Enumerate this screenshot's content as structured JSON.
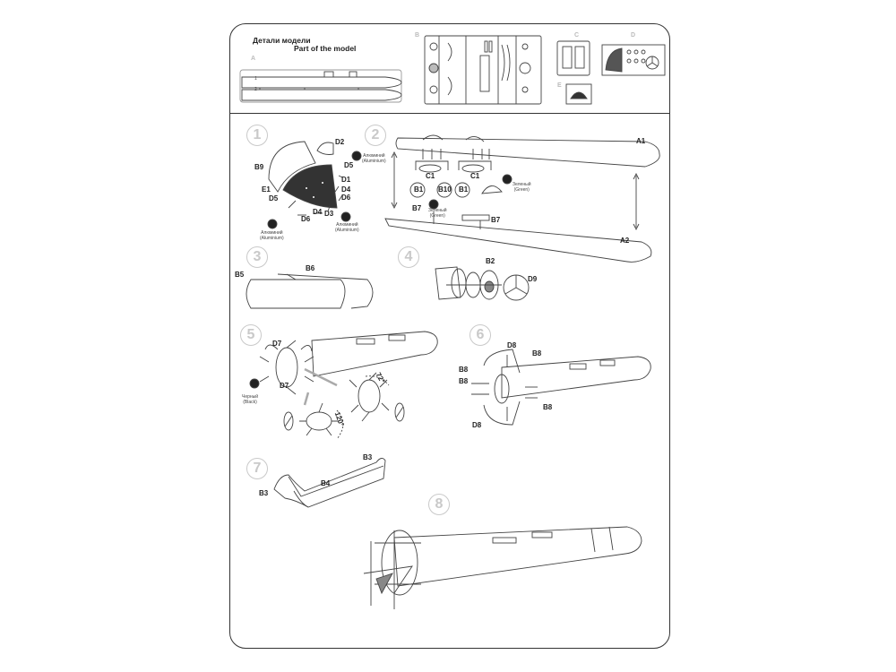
{
  "header": {
    "title_ru": "Детали модели",
    "title_en": "Part of the model",
    "sprue_letters": {
      "a": "A",
      "b": "B",
      "c": "C",
      "d": "D",
      "e": "E"
    },
    "sprue_a_numbers": [
      "1",
      "2"
    ]
  },
  "steps": [
    "1",
    "2",
    "3",
    "4",
    "5",
    "6",
    "7",
    "8"
  ],
  "step1": {
    "labels": {
      "b9": "B9",
      "d2": "D2",
      "d5a": "D5",
      "d1": "D1",
      "d4a": "D4",
      "d6a": "D6",
      "e1": "E1",
      "d5b": "D5",
      "d4b": "D4",
      "d3": "D3",
      "d6b": "D6"
    },
    "paint_aluminium": "Алюминий\n(Aluminium)"
  },
  "step2": {
    "labels": {
      "a1": "A1",
      "a2": "A2",
      "c1a": "C1",
      "c1b": "C1",
      "b1a": "B1",
      "b10": "B10",
      "b1b": "B1",
      "b7a": "B7",
      "b7b": "B7"
    },
    "paint_green": "Зеленый\n(Green)"
  },
  "step3": {
    "labels": {
      "b5": "B5",
      "b6": "B6"
    }
  },
  "step4": {
    "labels": {
      "b2": "B2",
      "d9": "D9"
    }
  },
  "step5": {
    "labels": {
      "d7a": "D7",
      "d7b": "D7"
    },
    "paint_black": "Черный\n(Black)",
    "angle_72": "72°",
    "angle_120": "120°"
  },
  "step6": {
    "labels": {
      "d8a": "D8",
      "b8a": "B8",
      "b8b": "B8",
      "b8c": "B8",
      "b8d": "B8",
      "d8b": "D8"
    }
  },
  "step7": {
    "labels": {
      "b3a": "B3",
      "b3b": "B3",
      "b4": "B4"
    }
  }
}
